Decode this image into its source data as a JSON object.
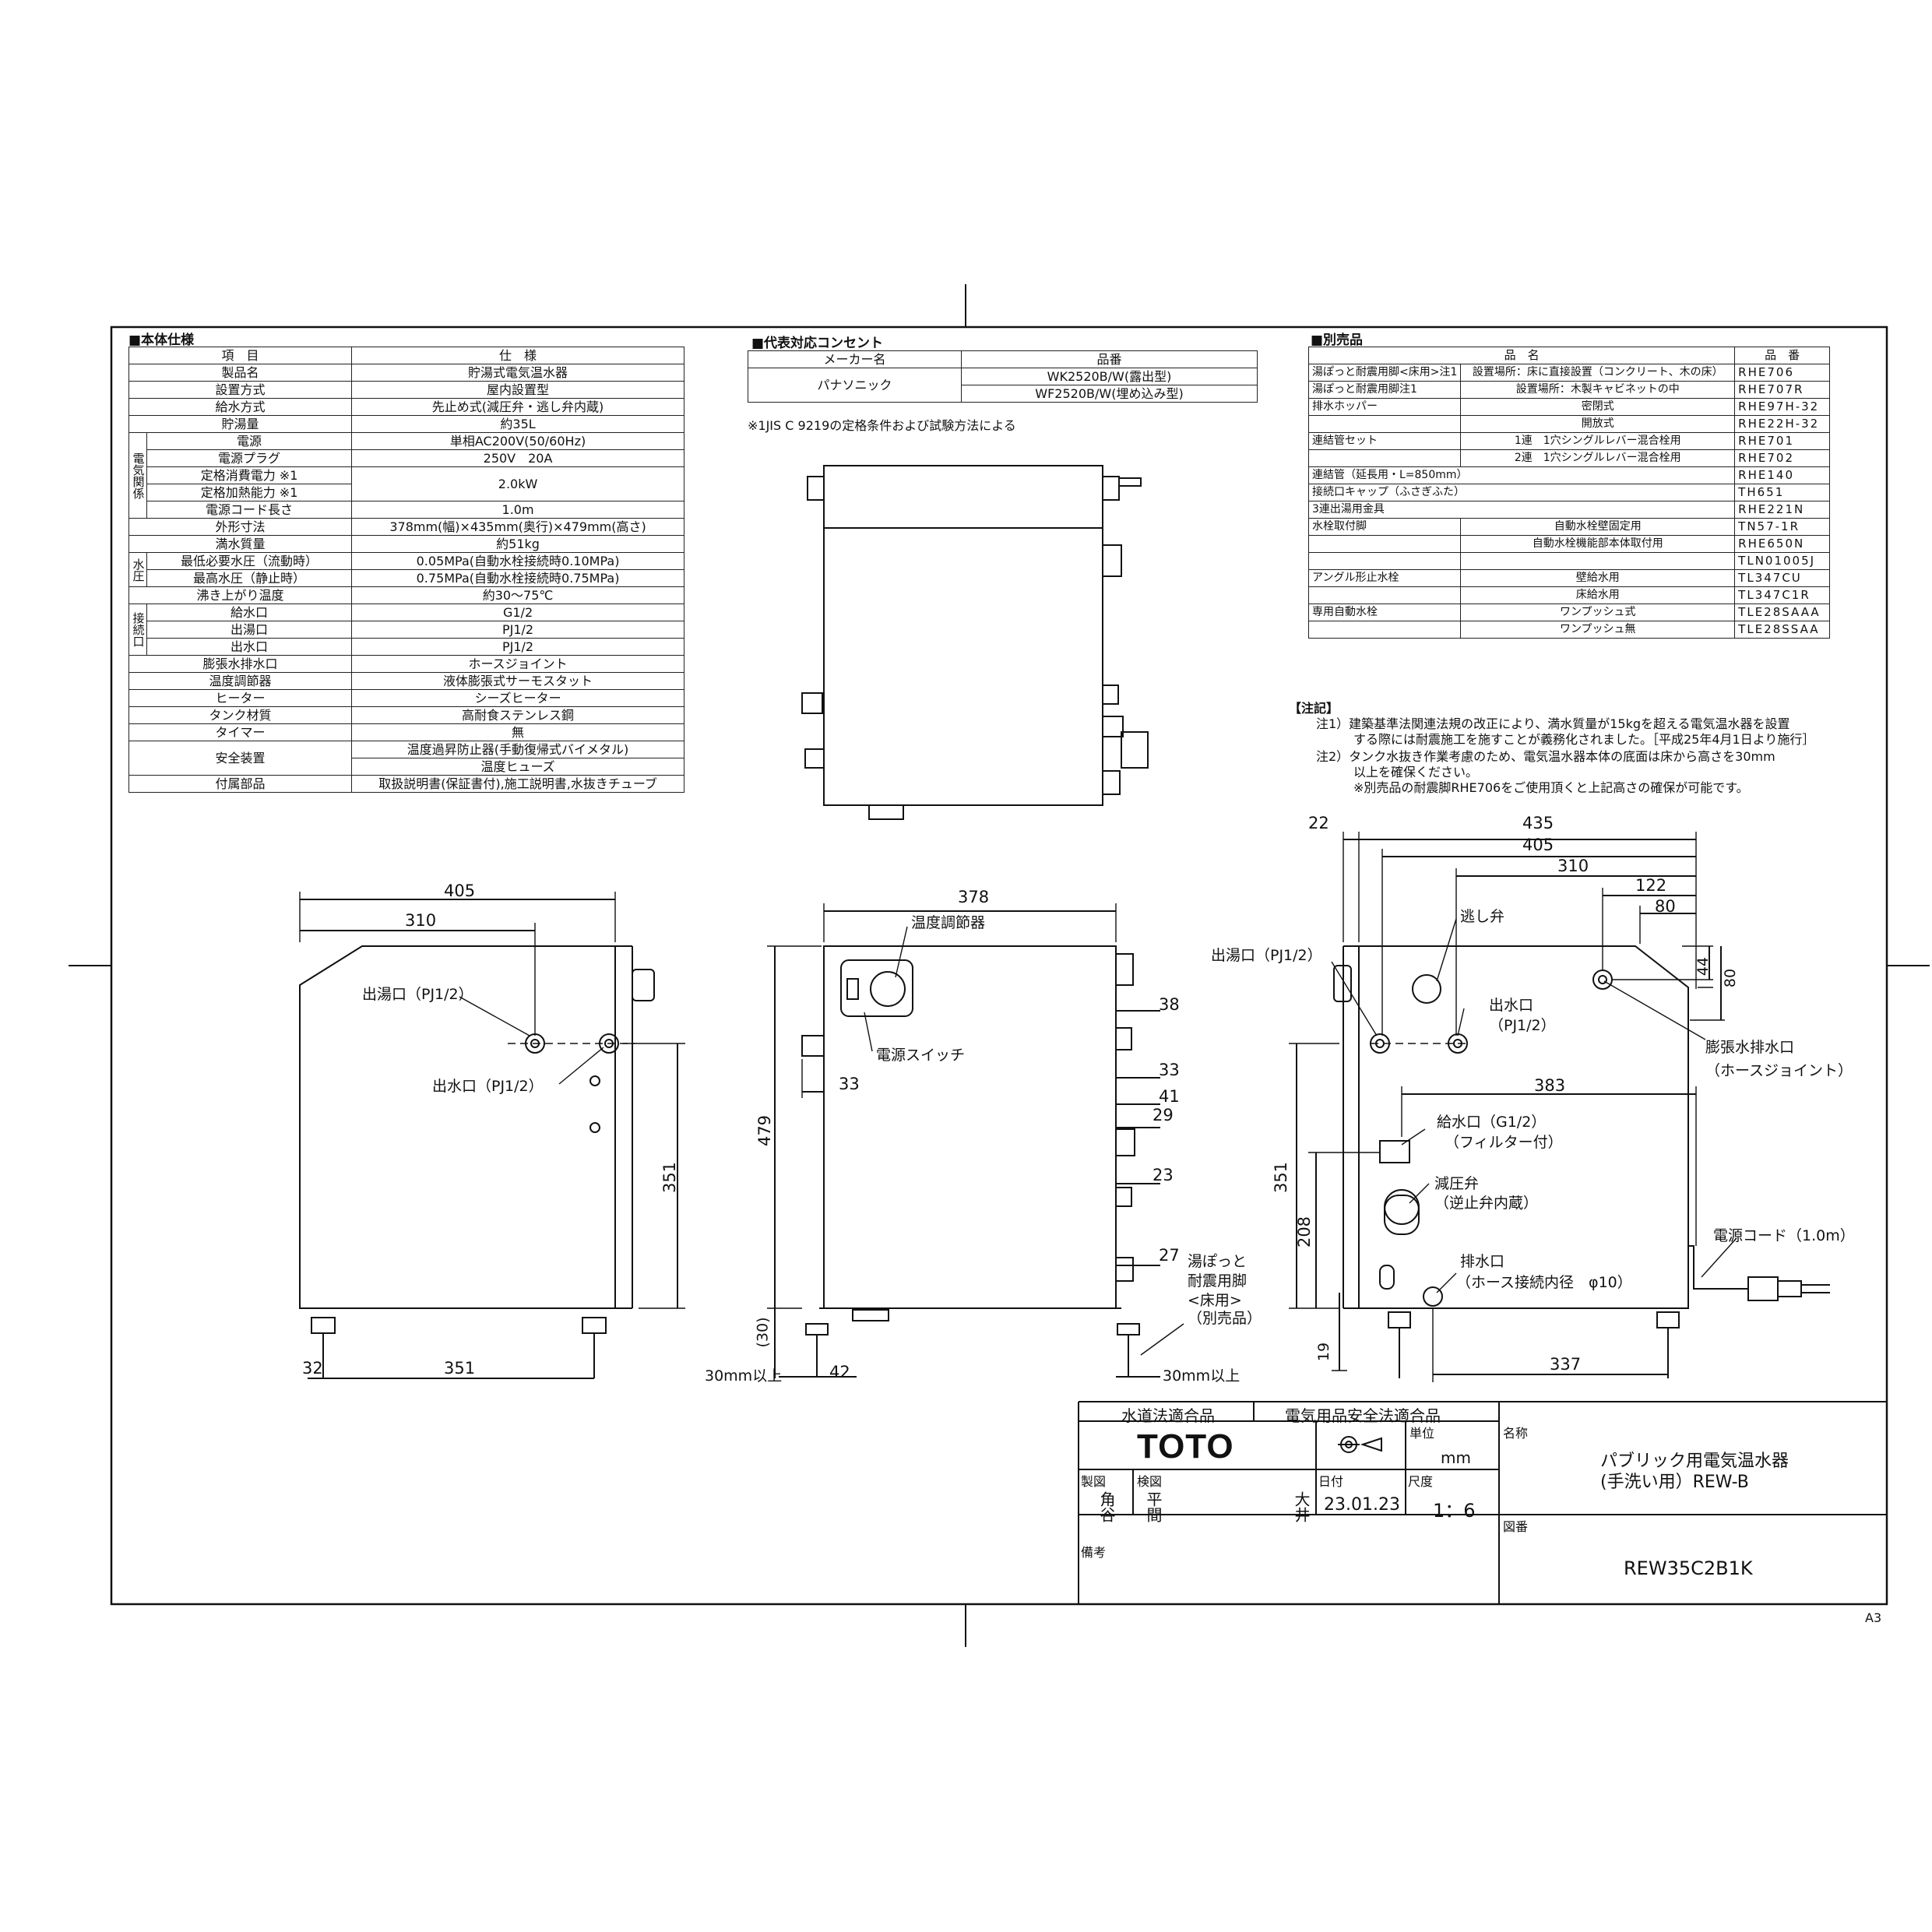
{
  "spec_title": "■本体仕様",
  "spec_header": [
    "項　目",
    "仕　様"
  ],
  "spec_rows": [
    [
      "製品名",
      "貯湯式電気温水器"
    ],
    [
      "設置方式",
      "屋内設置型"
    ],
    [
      "給水方式",
      "先止め式(減圧弁・逃し弁内蔵)"
    ],
    [
      "貯湯量",
      "約35L"
    ],
    [
      "電源",
      "単相AC200V(50/60Hz)"
    ],
    [
      "電源プラグ",
      "250V　20A"
    ],
    [
      "定格消費電力 ※1",
      "2.0kW"
    ],
    [
      "定格加熱能力 ※1",
      ""
    ],
    [
      "電源コード長さ",
      "1.0m"
    ],
    [
      "外形寸法",
      "378mm(幅)×435mm(奥行)×479mm(高さ)"
    ],
    [
      "満水質量",
      "約51kg"
    ],
    [
      "最低必要水圧（流動時）",
      "0.05MPa(自動水栓接続時0.10MPa)"
    ],
    [
      "最高水圧（静止時）",
      "0.75MPa(自動水栓接続時0.75MPa)"
    ],
    [
      "沸き上がり温度",
      "約30～75℃"
    ],
    [
      "給水口",
      "G1/2"
    ],
    [
      "出湯口",
      "PJ1/2"
    ],
    [
      "出水口",
      "PJ1/2"
    ],
    [
      "膨張水排水口",
      "ホースジョイント"
    ],
    [
      "温度調節器",
      "液体膨張式サーモスタット"
    ],
    [
      "ヒーター",
      "シーズヒーター"
    ],
    [
      "タンク材質",
      "高耐食ステンレス鋼"
    ],
    [
      "タイマー",
      "無"
    ],
    [
      "安全装置",
      "温度過昇防止器(手動復帰式バイメタル)"
    ],
    [
      "",
      "温度ヒューズ"
    ],
    [
      "付属部品",
      "取扱説明書(保証書付),施工説明書,水抜きチューブ"
    ]
  ],
  "spec_groups": [
    "電気関係",
    "水圧",
    "接続口"
  ],
  "outlet_title": "■代表対応コンセント",
  "outlet_header": [
    "メーカー名",
    "品番"
  ],
  "outlet_maker": "パナソニック",
  "outlet_items": [
    "WK2520B/W(露出型)",
    "WF2520B/W(埋め込み型)"
  ],
  "outlet_note": "※1JIS C 9219の定格条件および試験方法による",
  "parts_title": "■別売品",
  "parts_header": [
    "品　名",
    "品　番"
  ],
  "parts_rows": [
    [
      "湯ぽっと耐震用脚<床用>注1",
      "設置場所：床に直接設置（コンクリート、木の床）",
      "RHE706"
    ],
    [
      "湯ぽっと耐震用脚注1",
      "設置場所：木製キャビネットの中",
      "RHE707R"
    ],
    [
      "排水ホッパー",
      "密閉式",
      "RHE97H-32"
    ],
    [
      "",
      "開放式",
      "RHE22H-32"
    ],
    [
      "連結管セット",
      "1連　1穴シングルレバー混合栓用",
      "RHE701"
    ],
    [
      "",
      "2連　1穴シングルレバー混合栓用",
      "RHE702"
    ],
    [
      "連結管（延長用・L=850mm）",
      "",
      "RHE140"
    ],
    [
      "接続口キャップ（ふさぎふた）",
      "",
      "TH651"
    ],
    [
      "3連出湯用金具",
      "",
      "RHE221N"
    ],
    [
      "水栓取付脚",
      "自動水栓壁固定用",
      "TN57-1R"
    ],
    [
      "",
      "自動水栓機能部本体取付用",
      "RHE650N"
    ],
    [
      "",
      "",
      "TLN01005J"
    ],
    [
      "アングル形止水栓",
      "壁給水用",
      "TL347CU"
    ],
    [
      "",
      "床給水用",
      "TL347C1R"
    ],
    [
      "専用自動水栓",
      "ワンプッシュ式",
      "TLE28SAAA"
    ],
    [
      "",
      "ワンプッシュ無",
      "TLE28SSAA"
    ]
  ],
  "notes_title": "【注記】",
  "notes": [
    "注1）建築基準法関連法規の改正により、満水質量が15kgを超える電気温水器を設置",
    "　　　する際には耐震施工を施すことが義務化されました。［平成25年4月1日より施行］",
    "注2）タンク水抜き作業考慮のため、電気温水器本体の底面は床から高さを30mm",
    "　　　以上を確保ください。",
    "　　　※別売品の耐震脚RHE706をご使用頂くと上記高さの確保が可能です。"
  ],
  "labels": {
    "hot_outlet": "出湯口（PJ1/2）",
    "water_outlet": "出水口（PJ1/2）",
    "temp_ctrl": "温度調節器",
    "power_switch": "電源スイッチ",
    "hot_outlet_r": "出湯口（PJ1/2）",
    "relief_valve": "逃し弁",
    "water_outlet_r1": "出水口",
    "water_outlet_r2": "（PJ1/2）",
    "expansion_1": "膨張水排水口",
    "expansion_2": "（ホースジョイント）",
    "inlet_1": "給水口（G1/2）",
    "inlet_2": "（フィルター付）",
    "reducer_1": "減圧弁",
    "reducer_2": "（逆止弁内蔵）",
    "drain_1": "排水口",
    "drain_2": "（ホース接続内径　φ10）",
    "cord": "電源コード（1.0m）",
    "leg_1": "湯ぽっと",
    "leg_2": "耐震用脚",
    "leg_3": "<床用>",
    "leg_4": "（別売品）",
    "min30_l": "30mm以上",
    "min30_r": "30mm以上"
  },
  "dims": {
    "l405": "405",
    "l310": "310",
    "l351": "351",
    "l351b": "351",
    "l32": "32",
    "f378": "378",
    "f479": "479",
    "f33": "33",
    "f30": "(30)",
    "f42": "42",
    "f38": "38",
    "f33b": "33",
    "f41": "41",
    "f29": "29",
    "f23": "23",
    "f27": "27",
    "r22": "22",
    "r435": "435",
    "r405": "405",
    "r310": "310",
    "r122": "122",
    "r80": "80",
    "r44": "44",
    "r80v": "80",
    "r383": "383",
    "r351": "351",
    "r208": "208",
    "r19": "19",
    "r337": "337"
  },
  "title_block": {
    "cert1": "水道法適合品",
    "cert2": "電気用品安全法適合品",
    "brand": "TOTO",
    "unit_label": "単位",
    "unit": "mm",
    "name_label": "名称",
    "name1": "パブリック用電気温水器",
    "name2": "(手洗い用）REW-B",
    "drawn_label": "製図",
    "drawn": "角谷",
    "checked_label": "検図",
    "checked1": "平間",
    "checked2": "大井",
    "date_label": "日付",
    "date": "23.01.23",
    "scale_label": "尺度",
    "scale": "1：6",
    "drawing_no_label": "図番",
    "drawing_no": "REW35C2B1K",
    "remarks_label": "備考"
  },
  "paper_size": "A3"
}
